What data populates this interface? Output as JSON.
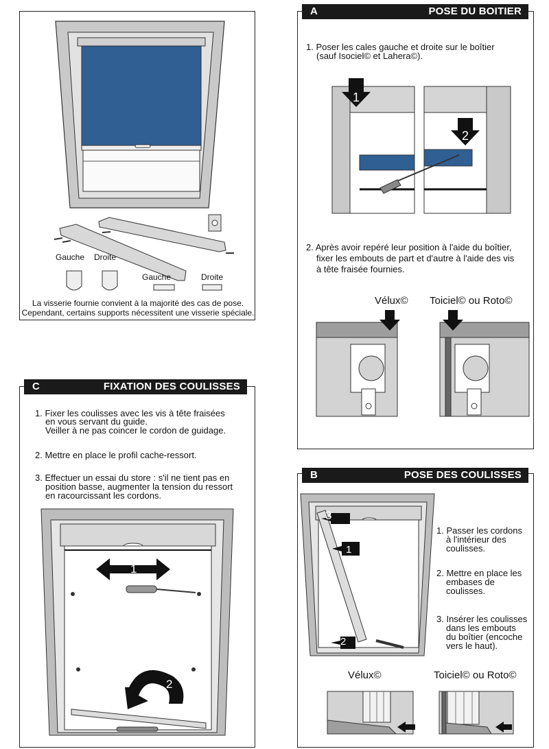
{
  "top_left": {
    "labels": {
      "gauche1": "Gauche",
      "droite1": "Droite",
      "gauche2": "Gauche",
      "droite2": "Droite"
    },
    "note_line1": "La visserie fournie convient à la majorité des cas de pose.",
    "note_line2": "Cependant, certains supports nécessitent une visserie spéciale."
  },
  "section_a": {
    "letter": "A",
    "title": "POSE DU BOITIER",
    "step1_line1": "1. Poser les cales gauche et droite sur le boîtier",
    "step1_line2": "(sauf Isociel© et Lahera©).",
    "callout1": "1",
    "callout2": "2",
    "step2_line1": "2. Après avoir repéré leur position à l'aide du boîtier,",
    "step2_line2": "fixer les embouts de part et d'autre à l'aide des vis",
    "step2_line3": "à tête fraisée fournies.",
    "velux_label": "Vélux©",
    "toiciel_label": "Toiciel© ou Roto©"
  },
  "section_c": {
    "letter": "C",
    "title": "FIXATION DES COULISSES",
    "step1_line1": "1. Fixer les coulisses avec les vis à tête fraisées",
    "step1_line2": "en vous servant du guide.",
    "step1_line3": "Veiller à ne pas coincer le cordon  de guidage.",
    "step2": "2. Mettre en place le profil cache-ressort.",
    "step3_line1": "3. Effectuer un essai du store : s'il ne tient pas en",
    "step3_line2": "position basse, augmenter la tension du ressort",
    "step3_line3": "en racourcissant les cordons.",
    "callout1": "1",
    "callout2": "2"
  },
  "section_b": {
    "letter": "B",
    "title": "POSE DES COULISSES",
    "callout1": "1",
    "callout2": "2",
    "callout3": "3",
    "step1_line1": "1. Passer les cordons",
    "step1_line2": "à l'intérieur des",
    "step1_line3": "coulisses.",
    "step2_line1": "2. Mettre en place les",
    "step2_line2": "embases de",
    "step2_line3": "coulisses.",
    "step3_line1": "3. Insérer les coulisses",
    "step3_line2": "dans les embouts",
    "step3_line3": "du boîtier (encoche",
    "step3_line4": "vers le haut).",
    "velux_label": "Vélux©",
    "toiciel_label": "Toiciel© ou Roto©"
  },
  "colors": {
    "blind_blue": "#2f5f93",
    "frame_gray": "#bdbdbd",
    "header_black": "#1a1a1a"
  }
}
